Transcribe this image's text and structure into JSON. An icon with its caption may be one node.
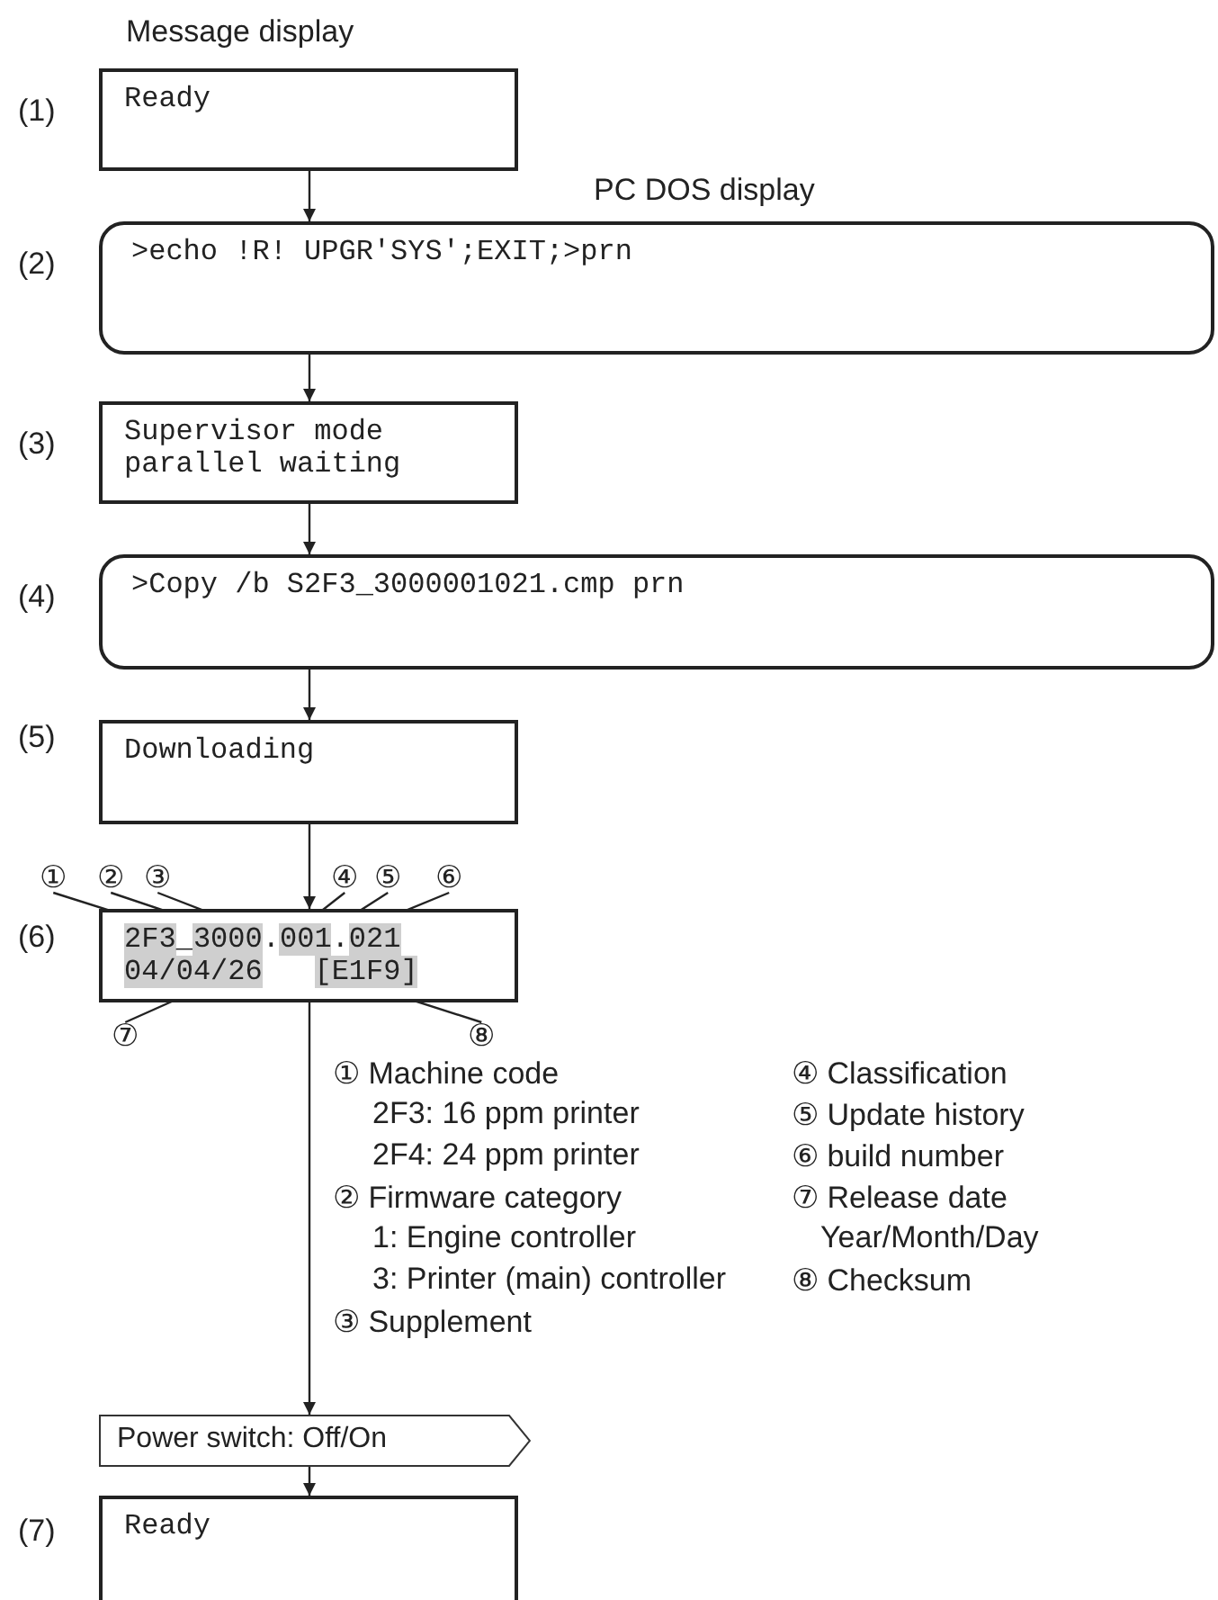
{
  "diagram": {
    "nodes": [
      {
        "text": [
          "Ready"
        ],
        "beside": [
          "Message display",
          "(1)"
        ]
      },
      {
        "text": [
          ">echo !R! UPGR'SYS';EXIT;>prn"
        ],
        "beside": [
          "PC DOS display",
          "(2)"
        ]
      },
      {
        "text": [
          "Supervisor mode parallel waiting"
        ],
        "beside": [
          "(3)"
        ]
      },
      {
        "text": [
          ">Copy /b S2F3_3000001021.cmp prn"
        ],
        "beside": [
          "(4)"
        ]
      },
      {
        "text": [
          "Downloading"
        ],
        "beside": [
          "(5)"
        ]
      },
      {
        "text": [
          "2F3_3000.001.021",
          "04/04/26   [E1F9]"
        ],
        "beside": [
          "(6)"
        ]
      },
      {
        "text": [
          "Power switch: Off/On"
        ]
      },
      {
        "text": [
          "Ready"
        ],
        "beside": [
          "(7)"
        ]
      },
      {
        "text": [
          "①"
        ]
      },
      {
        "text": [
          "②"
        ]
      },
      {
        "text": [
          "③"
        ]
      },
      {
        "text": [
          "④"
        ]
      },
      {
        "text": [
          "⑤"
        ]
      },
      {
        "text": [
          "⑥"
        ]
      },
      {
        "text": [
          "⑦"
        ]
      },
      {
        "text": [
          "⑧"
        ]
      }
    ],
    "edges": [
      {
        "from": 0,
        "to": 1,
        "arrow": "to"
      },
      {
        "from": 1,
        "to": 2,
        "arrow": "to"
      },
      {
        "from": 2,
        "to": 3,
        "arrow": "to"
      },
      {
        "from": 3,
        "to": 4,
        "arrow": "to"
      },
      {
        "from": 4,
        "to": 5,
        "arrow": "to"
      },
      {
        "from": 5,
        "to": 6,
        "arrow": "to"
      },
      {
        "from": 6,
        "to": 7,
        "arrow": "to"
      },
      {
        "from": 8,
        "to": 5,
        "arrow": "none"
      },
      {
        "from": 9,
        "to": 5,
        "arrow": "none"
      },
      {
        "from": 10,
        "to": 5,
        "arrow": "none"
      },
      {
        "from": 11,
        "to": 5,
        "arrow": "none"
      },
      {
        "from": 12,
        "to": 5,
        "arrow": "none"
      },
      {
        "from": 13,
        "to": 5,
        "arrow": "none"
      },
      {
        "from": 14,
        "to": 5,
        "arrow": "none"
      },
      {
        "from": 15,
        "to": 5,
        "arrow": "none"
      }
    ],
    "labels": [
      "① Machine code",
      "2F3: 16 ppm printer",
      "2F4: 24 ppm printer",
      "② Firmware category",
      "1: Engine controller",
      "3: Printer (main) controller",
      "③ Supplement",
      "④ Classification",
      "⑤ Update history",
      "⑥ build number",
      "⑦ Release date",
      "Year/Month/Day",
      "⑧ Checksum"
    ]
  }
}
